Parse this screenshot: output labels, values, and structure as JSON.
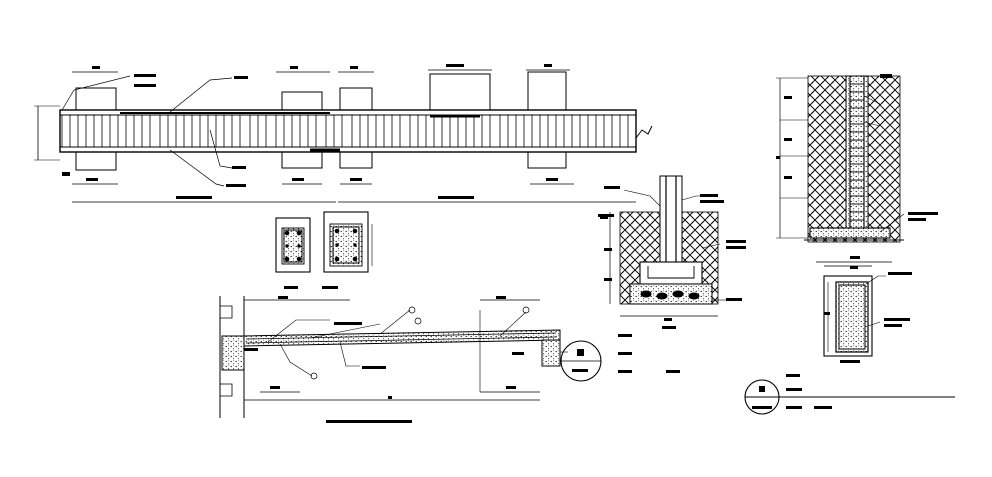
{
  "canvas": {
    "background": "#ffffff",
    "ink": "#000000"
  },
  "beam_elevation": {
    "stirrups": [
      62,
      70,
      78,
      86,
      94,
      102,
      110,
      118,
      126,
      134,
      142,
      150,
      160,
      168,
      176,
      184,
      192,
      200,
      208,
      216,
      224,
      232,
      240,
      250,
      258,
      266,
      276,
      284,
      292,
      300,
      308,
      316,
      326,
      334,
      342,
      352,
      360,
      368,
      376,
      384,
      392,
      400,
      410,
      418,
      426,
      434,
      442,
      450,
      458,
      466,
      474,
      482,
      490,
      500,
      508,
      516,
      524,
      532,
      540,
      548,
      556,
      564,
      572,
      580,
      588,
      596,
      604,
      612,
      620,
      628,
      636
    ]
  },
  "footing_detail": {
    "label": "",
    "text": ""
  },
  "wall_section": {
    "label": ""
  },
  "legend": {
    "symbol_text": ""
  },
  "icons": {
    "section_marker": "section-marker-icon",
    "hatch": "earth-hatch-icon"
  }
}
